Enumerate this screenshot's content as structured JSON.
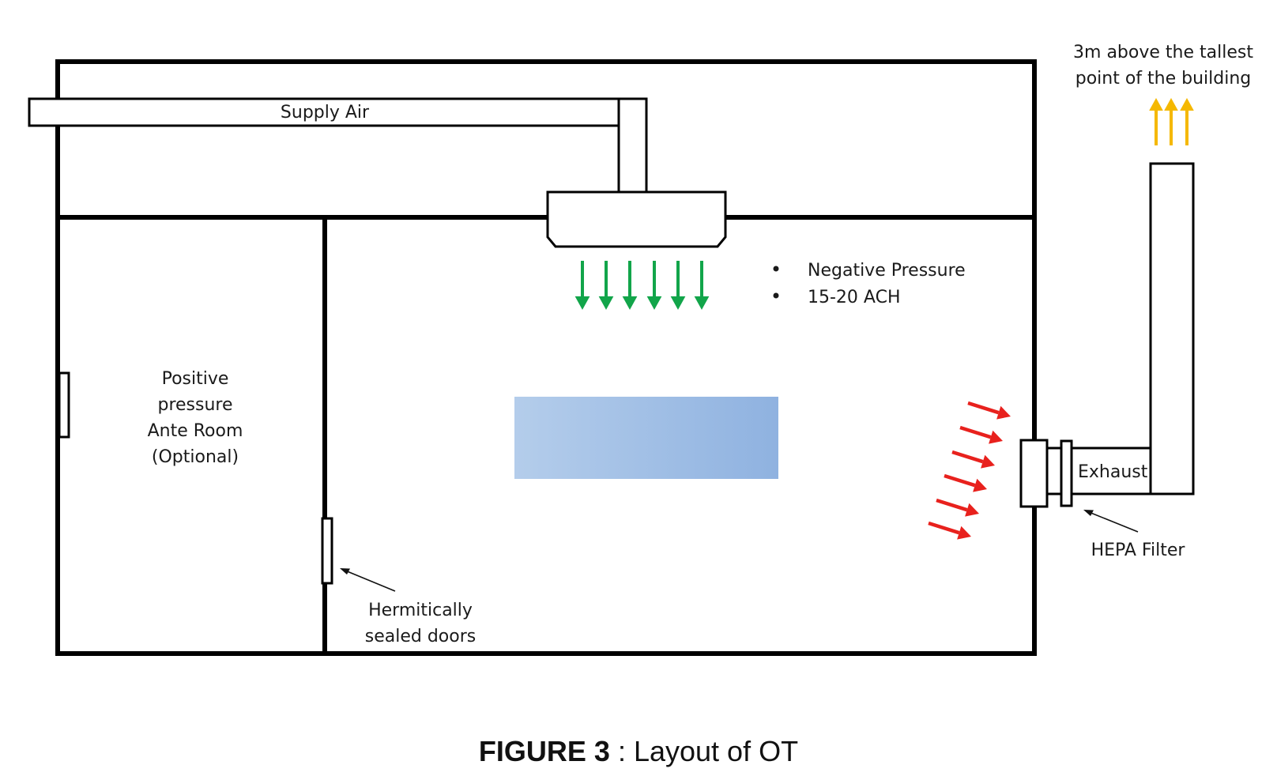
{
  "labels": {
    "supply_air": "Supply Air",
    "ante_room": [
      "Positive",
      "pressure",
      "Ante Room",
      "(Optional)"
    ],
    "conditions": [
      "Negative Pressure",
      "15-20 ACH"
    ],
    "doors": [
      "Hermitically",
      "sealed doors"
    ],
    "exhaust": "Exhaust",
    "hepa": "HEPA Filter",
    "stack_height": [
      "3m above the tallest",
      "point of the building"
    ]
  },
  "caption": {
    "prefix": "FIGURE 3",
    "text": " : Layout of OT"
  },
  "colors": {
    "supply_arrows": "#12a54a",
    "exhaust_arrows": "#e8211d",
    "stack_arrows": "#f5b800",
    "table_light": "#b4cdeb",
    "table_dark": "#8fb2e0"
  },
  "icons": {
    "supply_arrows": "arrow-down-icon",
    "exhaust_arrows": "arrow-diagonal-icon",
    "stack_arrows": "arrow-up-icon",
    "bullets": "bullet-icon"
  }
}
